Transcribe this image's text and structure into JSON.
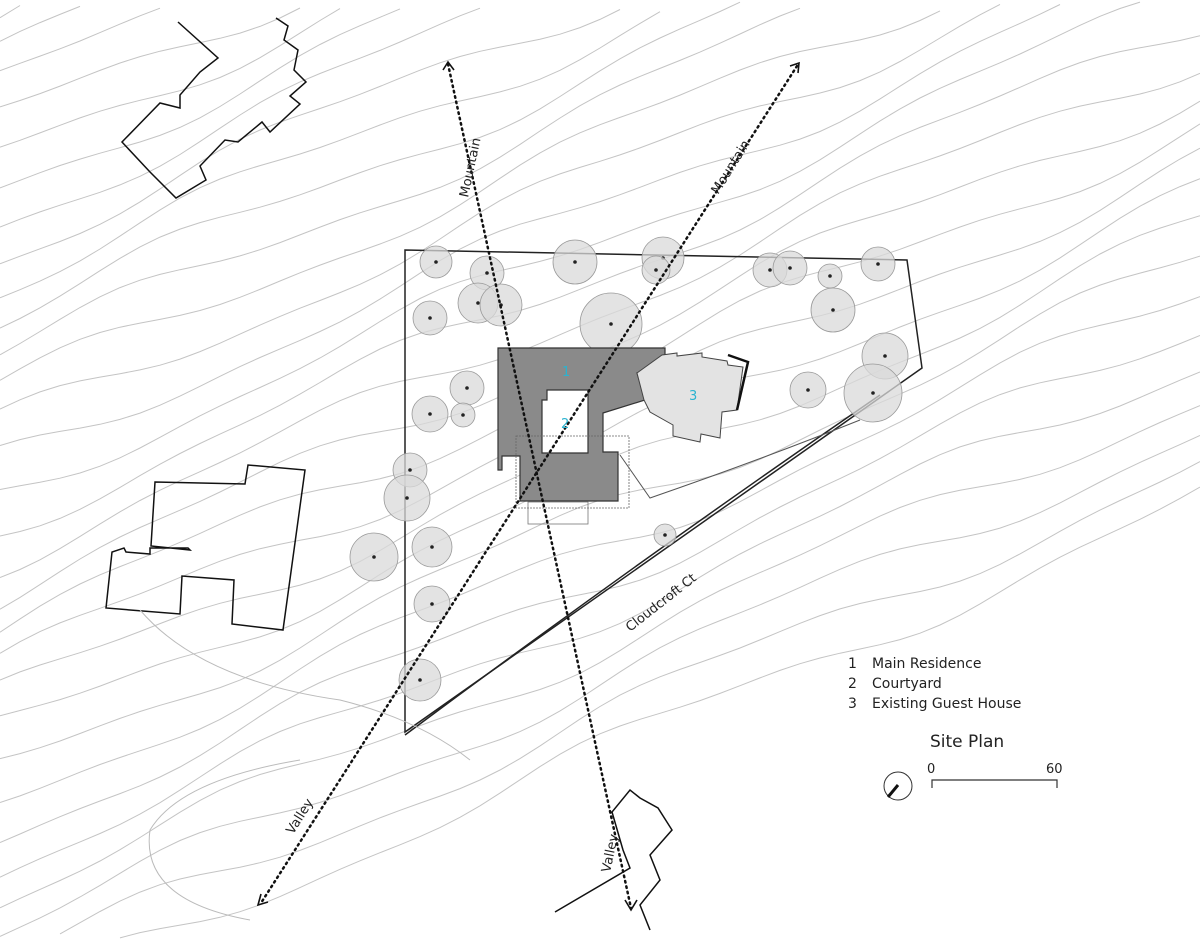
{
  "labels": {
    "mountain_1": "Mountain",
    "mountain_2": "Mountain",
    "valley_1": "Valley",
    "valley_2": "Valley",
    "road": "Cloudcroft Ct",
    "bldg_1": "1",
    "bldg_2": "2",
    "bldg_3": "3"
  },
  "legend": [
    {
      "num": "1",
      "label": "Main Residence"
    },
    {
      "num": "2",
      "label": "Courtyard"
    },
    {
      "num": "3",
      "label": "Existing Guest House"
    }
  ],
  "title": "Site Plan",
  "scale": {
    "start": "0",
    "end": "60"
  },
  "colors": {
    "building": "#8a8a8a",
    "guest_house": "#e3e3e3",
    "tree": "#d9d9d9",
    "contour": "#c4c4c4",
    "number": "#2bb3d0"
  }
}
